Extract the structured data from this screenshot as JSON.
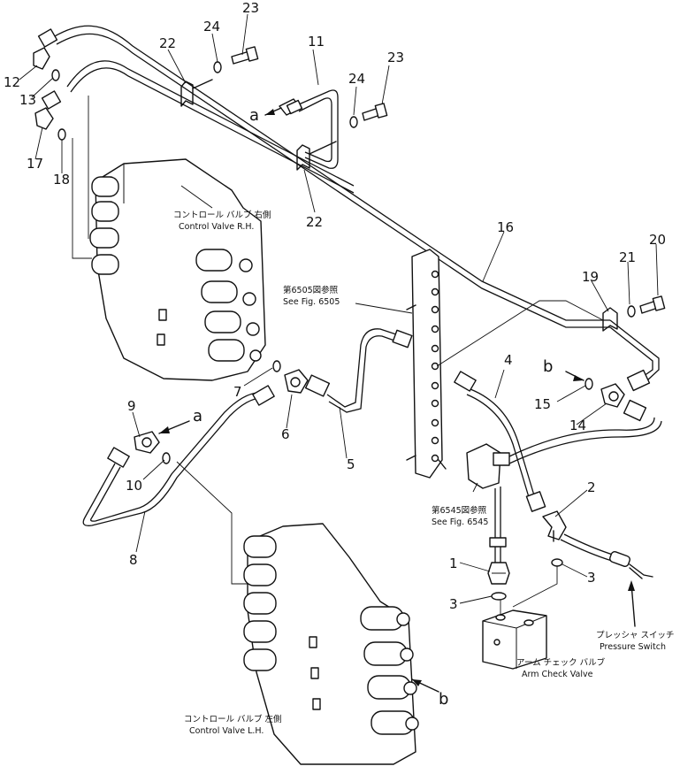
{
  "part_numbers": {
    "p1": "1",
    "p2": "2",
    "p3a": "3",
    "p3b": "3",
    "p4": "4",
    "p5": "5",
    "p6": "6",
    "p7": "7",
    "p8": "8",
    "p9": "9",
    "p10": "10",
    "p11": "11",
    "p12": "12",
    "p13": "13",
    "p14": "14",
    "p15": "15",
    "p16": "16",
    "p17": "17",
    "p18": "18",
    "p19": "19",
    "p20": "20",
    "p21": "21",
    "p22a": "22",
    "p22b": "22",
    "p23a": "23",
    "p23b": "23",
    "p24a": "24",
    "p24b": "24"
  },
  "reference_marks": {
    "a_top": "a",
    "a_mid": "a",
    "b_top": "b",
    "b_bottom": "b"
  },
  "captions": {
    "control_valve_rh_jp": "コントロール バルブ 右側",
    "control_valve_rh_en": "Control Valve R.H.",
    "control_valve_lh_jp": "コントロール バルブ 左側",
    "control_valve_lh_en": "Control Valve L.H.",
    "fig6505_jp": "第6505図参照",
    "fig6505_en": "See Fig. 6505",
    "fig6545_jp": "第6545図参照",
    "fig6545_en": "See Fig. 6545",
    "arm_check_valve_jp": "アーム チェック バルブ",
    "arm_check_valve_en": "Arm Check Valve",
    "pressure_switch_jp": "プレッシャ スイッチ",
    "pressure_switch_en": "Pressure Switch"
  }
}
